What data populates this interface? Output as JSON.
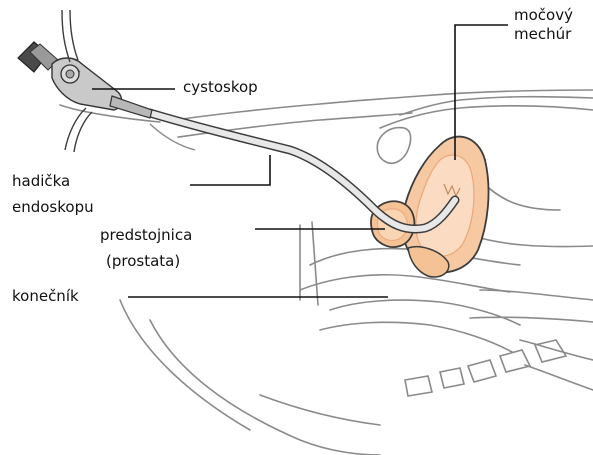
{
  "labels": {
    "cystoscope": "cystoskop",
    "bladder_line1": "močový",
    "bladder_line2": "mechúr",
    "tube_line1": "hadička",
    "tube_line2": "endoskopu",
    "prostate_line1": "predstojnica",
    "prostate_line2": "(prostata)",
    "rectum": "konečník"
  },
  "colors": {
    "outline": "#3c3c3c",
    "anatomy_line": "#8a8a8a",
    "organ_fill": "#f7c9a3",
    "organ_dark": "#e9a77a",
    "scope_gray": "#b8b8b8"
  }
}
